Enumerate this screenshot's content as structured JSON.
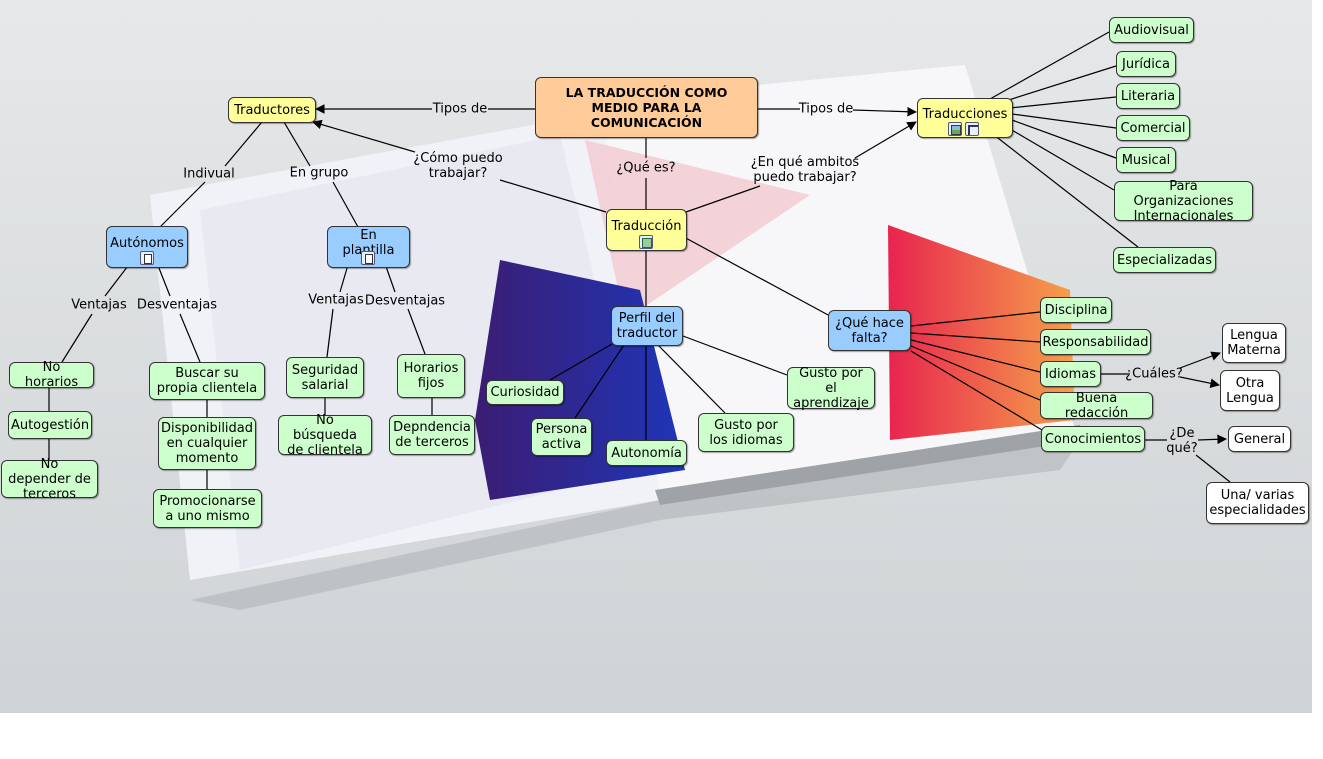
{
  "nodes": {
    "central": "LA TRADUCCIÓN COMO MEDIO PARA LA COMUNICACIÓN",
    "traductores": "Traductores",
    "traducciones": "Traducciones",
    "traduccion": "Traducción",
    "autonomos": "Autónomos",
    "en_plantilla": "En plantilla",
    "perfil": "Perfil del traductor",
    "que_hace_falta": "¿Qué hace falta?",
    "audiovisual": "Audiovisual",
    "juridica": "Jurídica",
    "literaria": "Literaria",
    "comercial": "Comercial",
    "musical": "Musical",
    "organizaciones": "Para Organizaciones Internacionales",
    "especializadas": "Especializadas",
    "no_horarios": "No horarios",
    "autogestion": "Autogestión",
    "no_depender": "No depender de terceros",
    "buscar_clientela": "Buscar su propia clientela",
    "disponibilidad": "Disponibilidad en cualquier momento",
    "promocionarse": "Promocionarse a uno mismo",
    "seguridad": "Seguridad salarial",
    "no_busqueda": "No búsqueda de clientela",
    "horarios_fijos": "Horarios fijos",
    "dependencia": "Depndencia de terceros",
    "curiosidad": "Curiosidad",
    "persona_activa": "Persona activa",
    "autonomia": "Autonomía",
    "gusto_idiomas": "Gusto por los idiomas",
    "gusto_aprendizaje": "Gusto por el aprendizaje",
    "disciplina": "Disciplina",
    "responsabilidad": "Responsabilidad",
    "idiomas": "Idiomas",
    "buena_redaccion": "Buena redacción",
    "conocimientos": "Conocimientos",
    "lengua_materna": "Lengua Materna",
    "otra_lengua": "Otra Lengua",
    "general": "General",
    "especialidades": "Una/ varias especialidades"
  },
  "labels": {
    "tipos_de_left": "Tipos de",
    "tipos_de_right": "Tipos de",
    "como_trabajar": "¿Cómo puedo trabajar?",
    "que_es": "¿Qué es?",
    "ambitos": "¿En qué ambitos puedo trabajar?",
    "indivual": "Indivual",
    "en_grupo": "En grupo",
    "ventajas_a": "Ventajas",
    "desventajas_a": "Desventajas",
    "ventajas_p": "Ventajas",
    "desventajas_p": "Desventajas",
    "cuales": "¿Cuáles?",
    "de_que": "¿De qué?"
  },
  "icons": {
    "autonomos": "document-icon",
    "en_plantilla": "document-icon",
    "traduccion": "film-icon",
    "traducciones_image": "image-icon",
    "traducciones_map": "concept-map-icon"
  },
  "colors": {
    "concept_green": "#ccffcc",
    "concept_blue": "#99ccff",
    "concept_yellow": "#ffff99",
    "concept_orange": "#ffcc99",
    "concept_white": "#ffffff"
  }
}
